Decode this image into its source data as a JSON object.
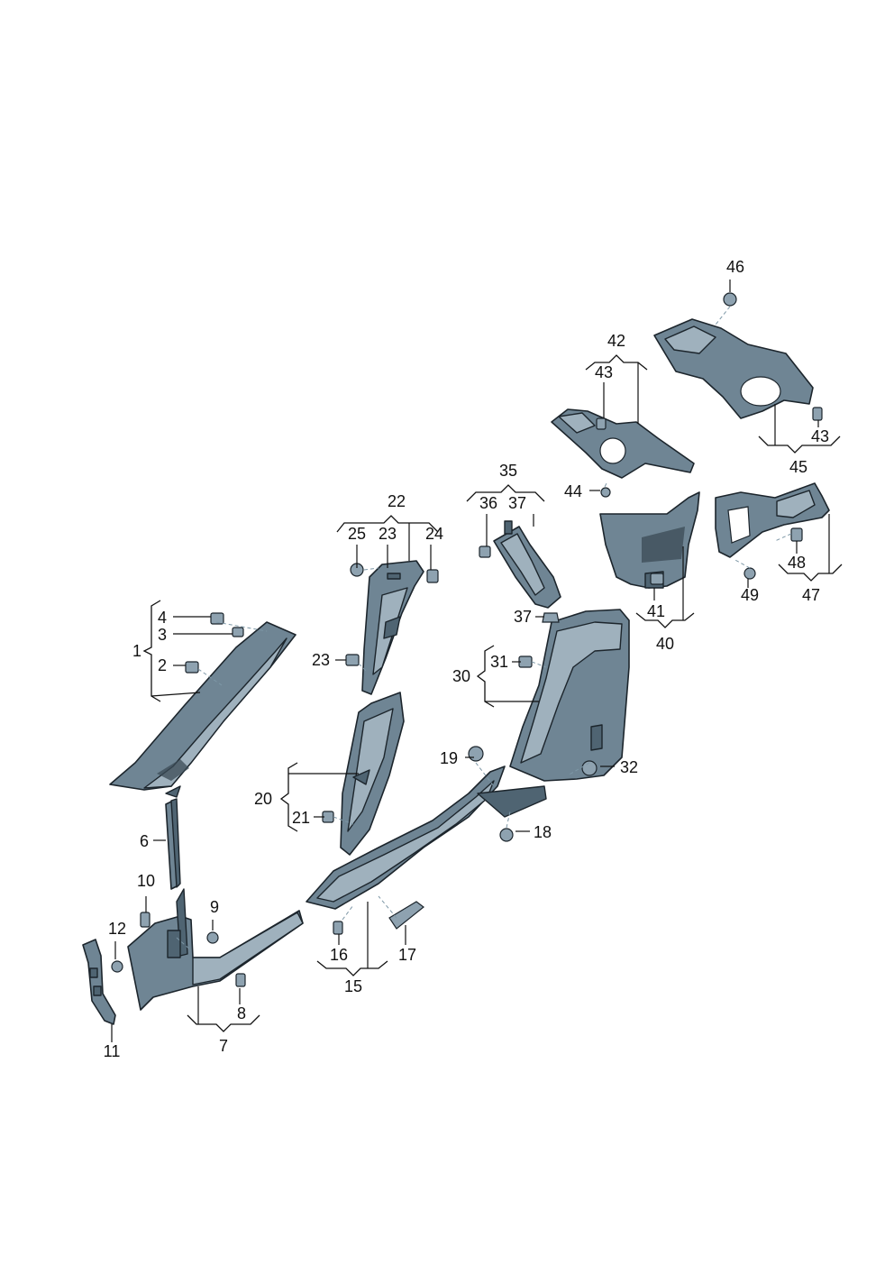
{
  "callouts": [
    "1",
    "2",
    "3",
    "4",
    "6",
    "7",
    "8",
    "9",
    "10",
    "11",
    "12",
    "15",
    "16",
    "17",
    "18",
    "19",
    "20",
    "21",
    "22",
    "23",
    "23",
    "24",
    "25",
    "30",
    "31",
    "32",
    "35",
    "36",
    "37",
    "37",
    "40",
    "41",
    "42",
    "43",
    "43",
    "44",
    "45",
    "46",
    "47",
    "48",
    "49"
  ],
  "colors": {
    "part": "#6f8594",
    "part_light": "#9fb1bd",
    "part_dark": "#4f6472",
    "outline": "#1c252c",
    "label": "#111111"
  }
}
